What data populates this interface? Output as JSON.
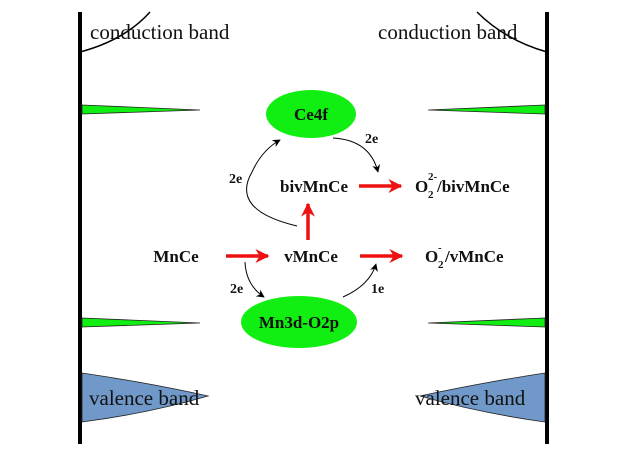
{
  "diagram": {
    "left_panel": {
      "conduction_band_label": "conduction band",
      "valence_band_label": "valence band"
    },
    "right_panel": {
      "conduction_band_label": "conduction band",
      "valence_band_label": "valence band"
    },
    "nodes": {
      "ce4f": "Ce4f",
      "mn3d_o2p": "Mn3d-O2p",
      "mnce": "MnCe",
      "vmnce": "vMnCe",
      "bivmnce": "bivMnCe",
      "o2_bivmnce": {
        "base": "O",
        "sub": "2",
        "sup": "2-",
        "suffix": "/bivMnCe"
      },
      "o2_vmnce": {
        "base": "O",
        "sub": "2",
        "sup": "-",
        "suffix": "/vMnCe"
      }
    },
    "electron_labels": {
      "vmnce_to_ce4f": "2e",
      "ce4f_to_o2_bivmnce": "2e",
      "mnce_to_mn3d": "2e",
      "mn3d_to_o2_vmnce": "1e"
    },
    "colors": {
      "state_fill": "#11ee11",
      "valence_fill": "#7099c9",
      "reaction_arrow": "#ee1111",
      "axis": "#000000"
    }
  }
}
